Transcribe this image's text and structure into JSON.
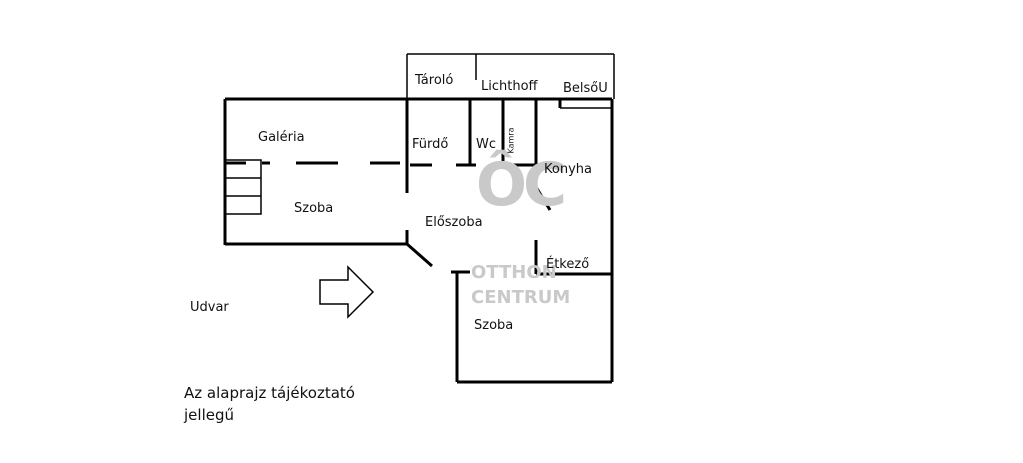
{
  "rooms": {
    "galeria": "Galéria",
    "szoba_left": "Szoba",
    "furdo": "Fürdő",
    "wc": "Wc",
    "kamra": "Kamra",
    "taroło": "Tároló",
    "lichthoff": "Lichthoff",
    "belsou": "BelsőU",
    "konyha": "Konyha",
    "eloszoba": "Előszoba",
    "etkezo": "Étkező",
    "szoba_right": "Szoba",
    "udvar": "Udvar"
  },
  "note": {
    "line1": "Az alaprajz tájékoztató",
    "line2": "jellegű"
  },
  "watermark": {
    "logo": "ÔC",
    "line1": "OTTHON",
    "line2": "CENTRUM"
  },
  "colors": {
    "wall": "#000000",
    "watermark": "#c9c9c9"
  }
}
